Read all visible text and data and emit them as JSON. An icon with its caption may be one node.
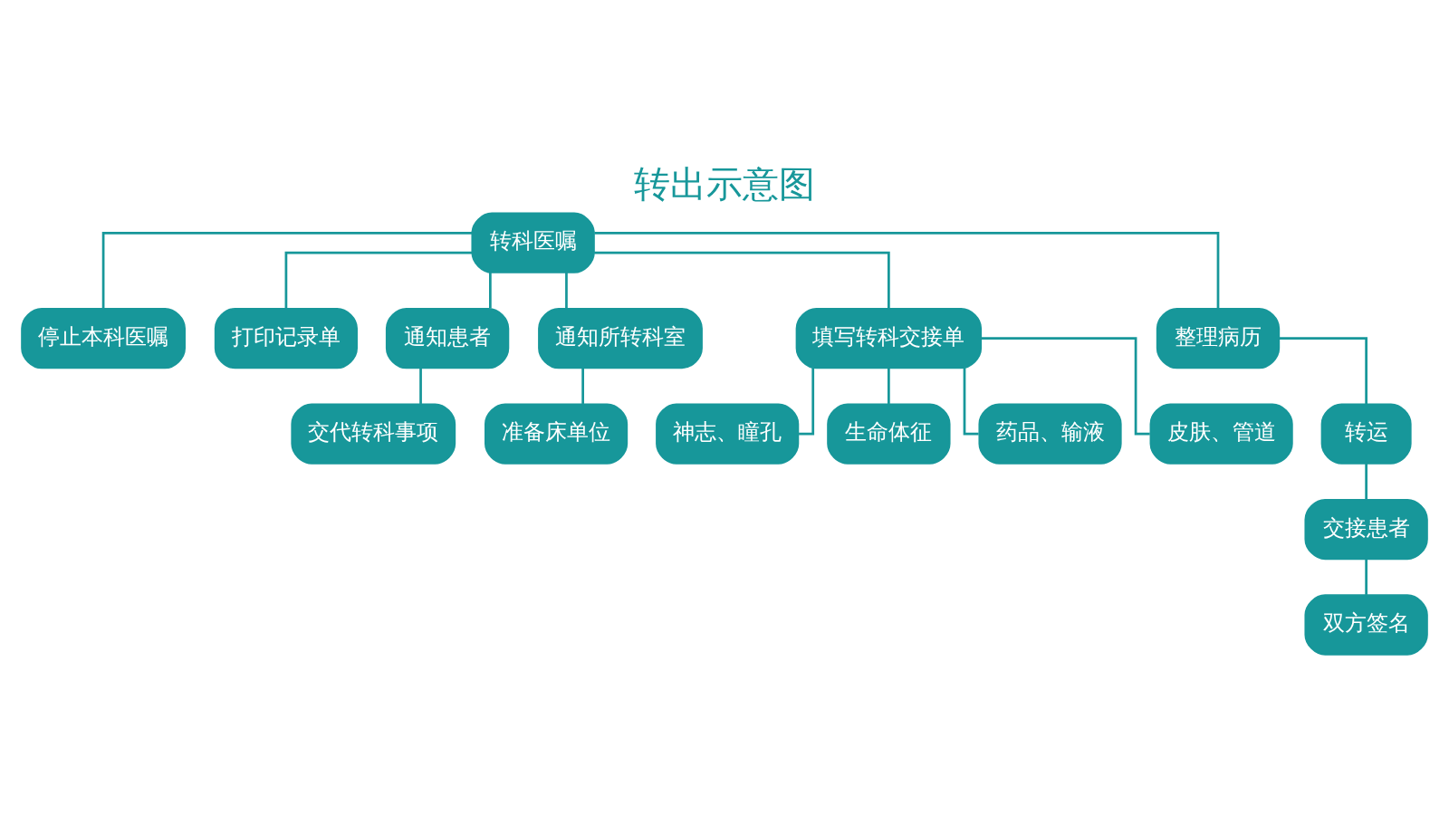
{
  "diagram": {
    "title": "转出示意图",
    "nodes": [
      {
        "text": [
          "转科医嘱"
        ]
      },
      {
        "text": [
          "停止本科医嘱"
        ]
      },
      {
        "text": [
          "打印记录单"
        ]
      },
      {
        "text": [
          "通知患者"
        ]
      },
      {
        "text": [
          "通知所转科室"
        ]
      },
      {
        "text": [
          "交代转科事项"
        ]
      },
      {
        "text": [
          "准备床单位"
        ]
      },
      {
        "text": [
          "填写转科交接单"
        ]
      },
      {
        "text": [
          "整理病历"
        ]
      },
      {
        "text": [
          "神志、瞳孔"
        ]
      },
      {
        "text": [
          "生命体征"
        ]
      },
      {
        "text": [
          "药品、输液"
        ]
      },
      {
        "text": [
          "皮肤、管道"
        ]
      },
      {
        "text": [
          "转运"
        ]
      },
      {
        "text": [
          "交接患者"
        ]
      },
      {
        "text": [
          "双方签名"
        ]
      }
    ],
    "edges": [
      {
        "from": 0,
        "to": 1,
        "arrow": "none"
      },
      {
        "from": 0,
        "to": 2,
        "arrow": "none"
      },
      {
        "from": 0,
        "to": 3,
        "arrow": "none"
      },
      {
        "from": 0,
        "to": 4,
        "arrow": "none"
      },
      {
        "from": 0,
        "to": 7,
        "arrow": "none"
      },
      {
        "from": 0,
        "to": 8,
        "arrow": "none"
      },
      {
        "from": 3,
        "to": 5,
        "arrow": "none"
      },
      {
        "from": 4,
        "to": 6,
        "arrow": "none"
      },
      {
        "from": 7,
        "to": 9,
        "arrow": "none"
      },
      {
        "from": 7,
        "to": 10,
        "arrow": "none"
      },
      {
        "from": 7,
        "to": 11,
        "arrow": "none"
      },
      {
        "from": 7,
        "to": 12,
        "arrow": "none"
      },
      {
        "from": 8,
        "to": 13,
        "arrow": "none"
      },
      {
        "from": 13,
        "to": 14,
        "arrow": "none"
      },
      {
        "from": 14,
        "to": 15,
        "arrow": "none"
      }
    ]
  }
}
